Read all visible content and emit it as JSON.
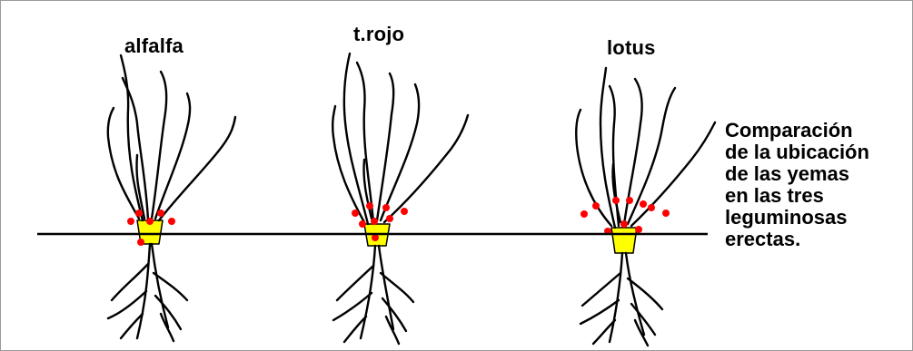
{
  "diagram": {
    "plants": [
      {
        "id": "alfalfa",
        "label": "alfalfa"
      },
      {
        "id": "trojo",
        "label": "t.rojo"
      },
      {
        "id": "lotus",
        "label": "lotus"
      }
    ],
    "caption_lines": [
      "Comparación",
      "de la ubicación",
      "de las yemas",
      "en las tres",
      "leguminosas",
      "erectas."
    ],
    "colors": {
      "line": "#000000",
      "crown": "#ffff00",
      "buds": "#ff0000",
      "background": "#ffffff"
    }
  }
}
